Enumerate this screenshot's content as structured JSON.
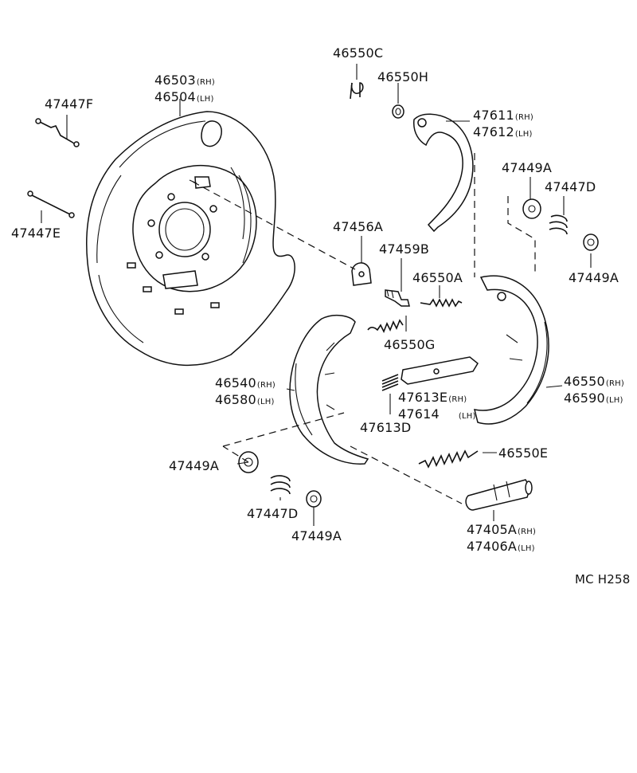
{
  "diagram_code": "MC H258",
  "parts": {
    "p46550C": {
      "number": "46550C"
    },
    "p46550H": {
      "number": "46550H"
    },
    "p46503": {
      "number": "46503",
      "side": "(RH)"
    },
    "p46504": {
      "number": "46504",
      "side": "(LH)"
    },
    "p47447F": {
      "number": "47447F"
    },
    "p47447E": {
      "number": "47447E"
    },
    "p47611": {
      "number": "47611",
      "side": "(RH)"
    },
    "p47612": {
      "number": "47612",
      "side": "(LH)"
    },
    "p47449A_a": {
      "number": "47449A"
    },
    "p47447D_a": {
      "number": "47447D"
    },
    "p47449A_b": {
      "number": "47449A"
    },
    "p47456A": {
      "number": "47456A"
    },
    "p47459B": {
      "number": "47459B"
    },
    "p46550A": {
      "number": "46550A"
    },
    "p46550G": {
      "number": "46550G"
    },
    "p46540": {
      "number": "46540",
      "side": "(RH)"
    },
    "p46580": {
      "number": "46580",
      "side": "(LH)"
    },
    "p47613E": {
      "number": "47613E",
      "side": "(RH)"
    },
    "p47614": {
      "number": "47614",
      "side": "(LH)"
    },
    "p46550": {
      "number": "46550",
      "side": "(RH)"
    },
    "p46590": {
      "number": "46590",
      "side": "(LH)"
    },
    "p47613D": {
      "number": "47613D"
    },
    "p47449A_c": {
      "number": "47449A"
    },
    "p46550E": {
      "number": "46550E"
    },
    "p47447D_b": {
      "number": "47447D"
    },
    "p47449A_d": {
      "number": "47449A"
    },
    "p47405A": {
      "number": "47405A",
      "side": "(RH)"
    },
    "p47406A": {
      "number": "47406A",
      "side": "(LH)"
    }
  }
}
